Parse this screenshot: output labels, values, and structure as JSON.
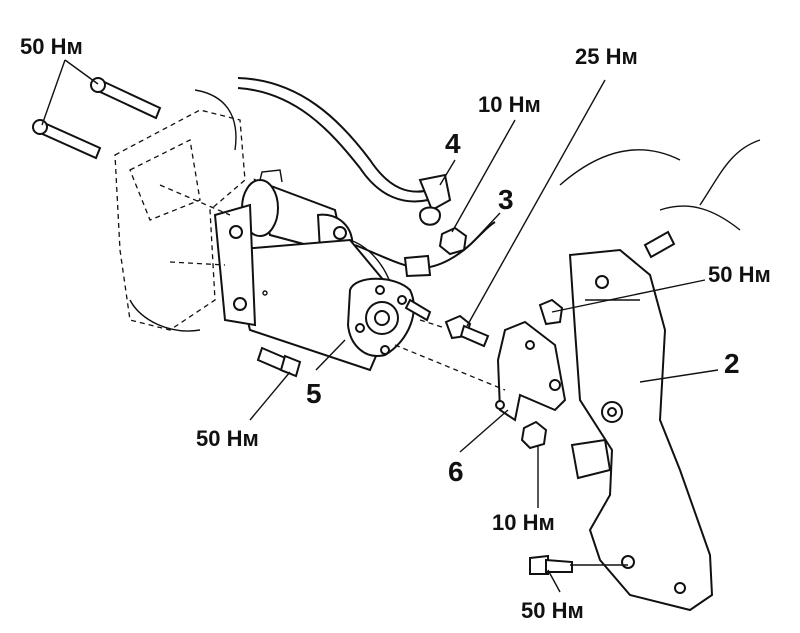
{
  "torque_labels": {
    "engine_bolts": "50 Нм",
    "terminal_nut": "10 Нм",
    "starter_bolt": "25 Нм",
    "bracket_bolt_upper": "50 Нм",
    "starter_lower_bolt": "50 Нм",
    "bracket_nut": "10 Нм",
    "bracket_bolt_lower": "50 Нм"
  },
  "part_numbers": {
    "bracket": "2",
    "wire_lead": "3",
    "cable": "4",
    "starter": "5",
    "support_plate": "6"
  }
}
